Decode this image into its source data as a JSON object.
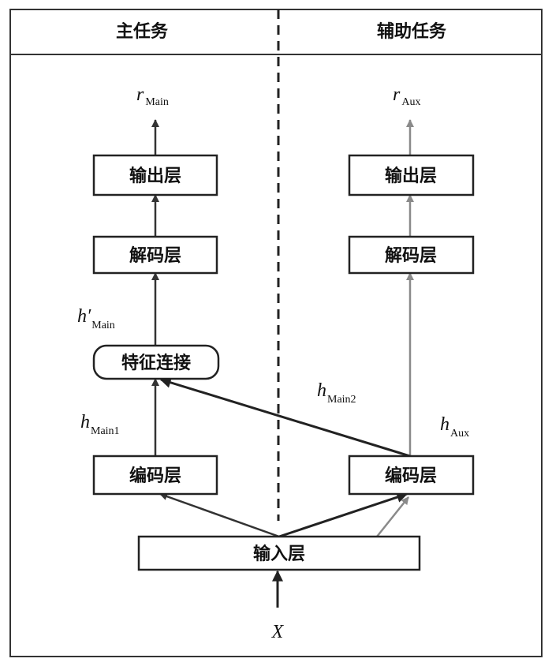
{
  "headers": {
    "main_task": "主任务",
    "aux_task": "辅助任务"
  },
  "boxes": {
    "main_output": "输出层",
    "main_decoder": "解码层",
    "feature_concat": "特征连接",
    "main_encoder": "编码层",
    "aux_output": "输出层",
    "aux_decoder": "解码层",
    "aux_encoder": "编码层",
    "input": "输入层"
  },
  "labels": {
    "r_main": {
      "base": "r",
      "sub": "Main"
    },
    "r_aux": {
      "base": "r",
      "sub": "Aux"
    },
    "h_main_prime": {
      "base": "h′",
      "sub": "Main"
    },
    "h_main1": {
      "base": "h",
      "sub": "Main1"
    },
    "h_main2": {
      "base": "h",
      "sub": "Main2"
    },
    "h_aux": {
      "base": "h",
      "sub": "Aux"
    },
    "x": "X"
  }
}
